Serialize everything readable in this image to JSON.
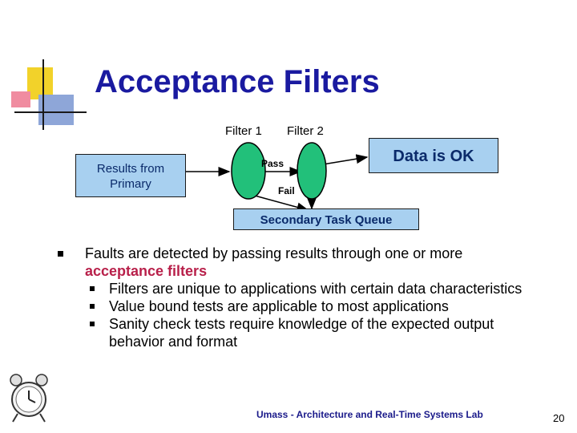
{
  "slide": {
    "title": "Acceptance Filters",
    "diagram": {
      "filter1_label": "Filter 1",
      "filter2_label": "Filter 2",
      "source_box": "Results from Primary",
      "pass_label": "Pass",
      "fail_label": "Fail",
      "ok_box": "Data is OK",
      "queue_box": "Secondary Task Queue"
    },
    "bullet_intro": "Faults are detected by passing results through one or more",
    "bullet_emph": "acceptance filters",
    "sub_bullets": [
      "Filters are unique to applications with certain data characteristics",
      "Value bound tests are applicable to most applications",
      "Sanity check tests require knowledge of the expected output behavior and format"
    ],
    "footer": "Umass - Architecture and Real-Time Systems Lab",
    "page_number": "20",
    "colors": {
      "title": "#1a1aa0",
      "box_fill": "#a8d0f0",
      "filter_fill": "#22c07a",
      "emphasis": "#b8204a"
    }
  }
}
